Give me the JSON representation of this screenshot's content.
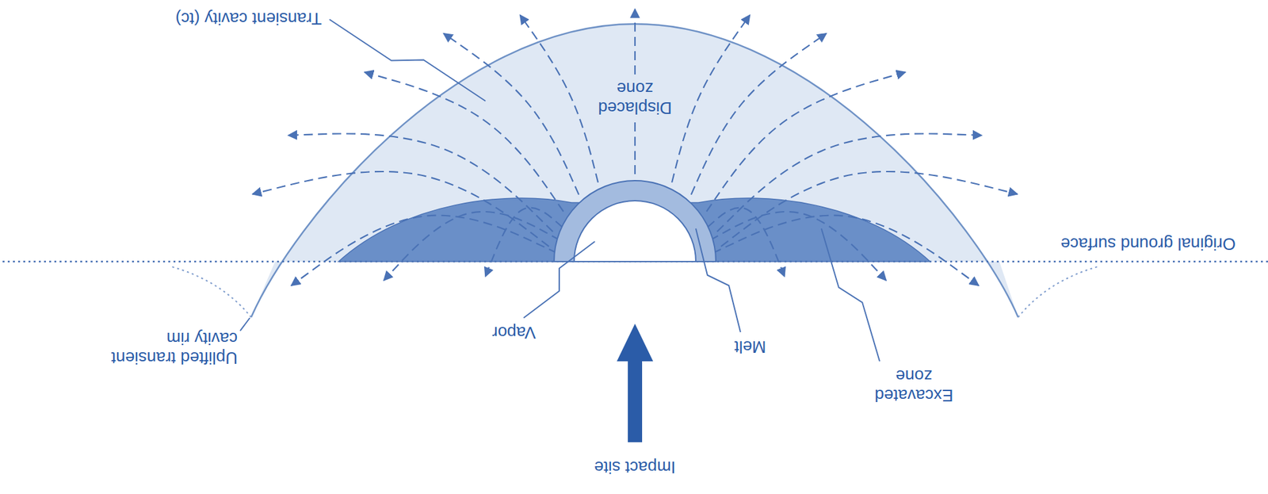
{
  "diagram": {
    "labels": [
      "Impact site",
      "Excavated zone",
      "Melt",
      "Vapor",
      "Uplifted transient cavity rim",
      "Original ground surface",
      "Displaced zone",
      "Transient cavity (tc)"
    ]
  }
}
